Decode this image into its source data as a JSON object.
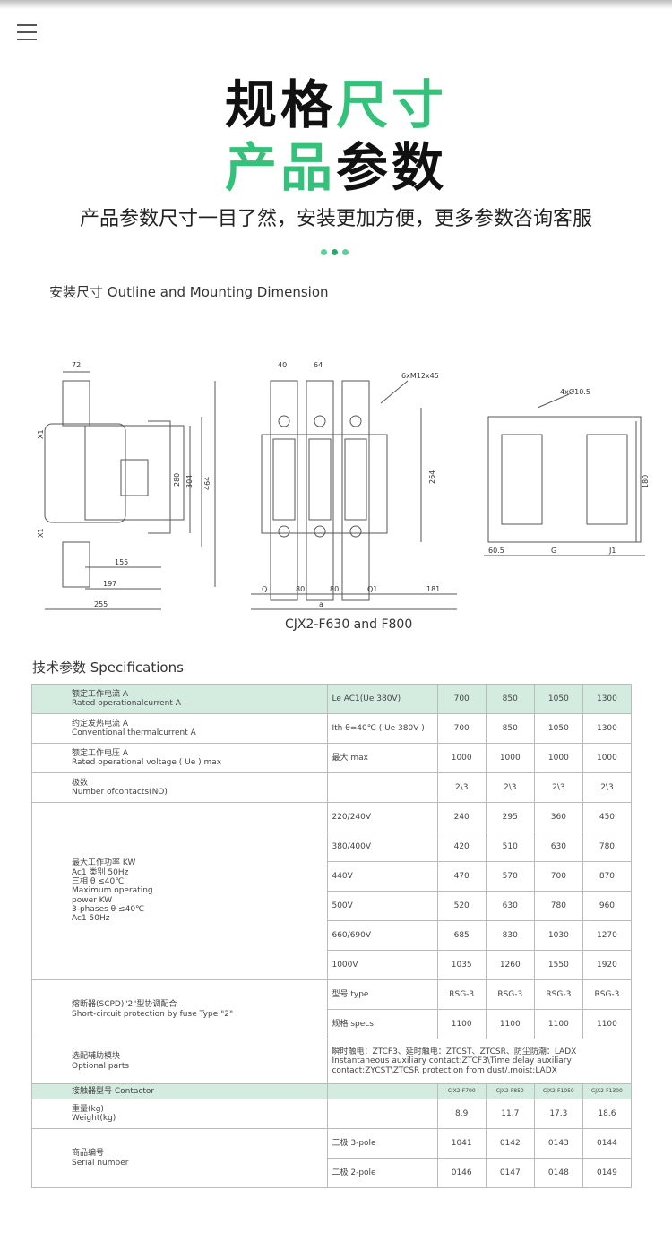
{
  "header": {
    "title_line1_black": "规格",
    "title_line1_green": "尺寸",
    "title_line2_green": "产品",
    "title_line2_black": "参数",
    "subtitle": "产品参数尺寸一目了然，安装更加方便，更多参数咨询客服"
  },
  "outline": {
    "heading": "安装尺寸 Outline and Mounting Dimension",
    "model_label": "CJX2-F630 and F800",
    "dims": {
      "d72": "72",
      "d40": "40",
      "d64": "64",
      "screw": "6xM12x45",
      "holes": "4xØ10.5",
      "d280": "280",
      "d304": "304",
      "d464": "464",
      "d264": "264",
      "d180": "180",
      "d155": "155",
      "d197": "197",
      "d255": "255",
      "d181": "181",
      "q": "Q",
      "d80a": "80",
      "d80b": "80",
      "q1": "Q1",
      "a": "a",
      "d605": "60.5",
      "g": "G",
      "j1": "J1",
      "x1a": "X1",
      "x1b": "X1"
    }
  },
  "spec": {
    "heading": "技术参数 Specifications",
    "rows": [
      {
        "label_cn": "额定工作电流 A",
        "label_en": "Rated operationalcurrent A",
        "cond": "Le AC1(Ue 380V)",
        "vals": [
          "700",
          "850",
          "1050",
          "1300"
        ]
      },
      {
        "label_cn": "约定发热电流 A",
        "label_en": "Conventional thermalcurrent A",
        "cond": "Ith θ=40℃ ( Ue 380V )",
        "vals": [
          "700",
          "850",
          "1050",
          "1300"
        ]
      },
      {
        "label_cn": "额定工作电压 A",
        "label_en": "Rated operational voltage ( Ue ) max",
        "cond": "最大 max",
        "vals": [
          "1000",
          "1000",
          "1000",
          "1000"
        ]
      },
      {
        "label_cn": "极数",
        "label_en": "Number ofcontacts(NO)",
        "cond": "",
        "vals": [
          "2\\3",
          "2\\3",
          "2\\3",
          "2\\3"
        ]
      }
    ],
    "power": {
      "label_lines": [
        "最大工作功率 KW",
        "Ac1 类别 50Hz",
        "三相 θ ≤40℃",
        "Maximum operating",
        "power KW",
        "3-phases θ ≤40℃",
        "Ac1 50Hz"
      ],
      "rows": [
        {
          "cond": "220/240V",
          "vals": [
            "240",
            "295",
            "360",
            "450"
          ]
        },
        {
          "cond": "380/400V",
          "vals": [
            "420",
            "510",
            "630",
            "780"
          ]
        },
        {
          "cond": "440V",
          "vals": [
            "470",
            "570",
            "700",
            "870"
          ]
        },
        {
          "cond": "500V",
          "vals": [
            "520",
            "630",
            "780",
            "960"
          ]
        },
        {
          "cond": "660/690V",
          "vals": [
            "685",
            "830",
            "1030",
            "1270"
          ]
        },
        {
          "cond": "1000V",
          "vals": [
            "1035",
            "1260",
            "1550",
            "1920"
          ]
        }
      ]
    },
    "fuse": {
      "label_cn": "熔断器(SCPD)\"2\"型协调配合",
      "label_en": "Short-circuit protection by fuse Type \"2\"",
      "rows": [
        {
          "cond": "型号 type",
          "vals": [
            "RSG-3",
            "RSG-3",
            "RSG-3",
            "RSG-3"
          ]
        },
        {
          "cond": "规格 specs",
          "vals": [
            "1100",
            "1100",
            "1100",
            "1100"
          ]
        }
      ]
    },
    "optional": {
      "label_cn": "选配辅助模块",
      "label_en": "Optional parts",
      "text1": "瞬时触电：ZTCF3、延时触电：ZTCST、ZTCSR、防尘防潮：LADX",
      "text2": "Instantaneous auxiliary contact:ZTCF3\\Time delay auxiliary",
      "text3": "contact:ZYCST\\ZTCSR protection from dust/,moist:LADX"
    },
    "model_row": {
      "label": "接触器型号 Contactor",
      "vals": [
        "CJX2-F700",
        "CJX2-F850",
        "CJX2-F1050",
        "CJX2-F1300"
      ]
    },
    "weight": {
      "label_cn": "重量(kg)",
      "label_en": "Weight(kg)",
      "vals": [
        "8.9",
        "11.7",
        "17.3",
        "18.6"
      ]
    },
    "serial": {
      "label_cn": "商品编号",
      "label_en": "Serial number",
      "rows": [
        {
          "cond": "三极 3-pole",
          "vals": [
            "1041",
            "0142",
            "0143",
            "0144"
          ]
        },
        {
          "cond": "二极 2-pole",
          "vals": [
            "0146",
            "0147",
            "0148",
            "0149"
          ]
        }
      ]
    }
  }
}
